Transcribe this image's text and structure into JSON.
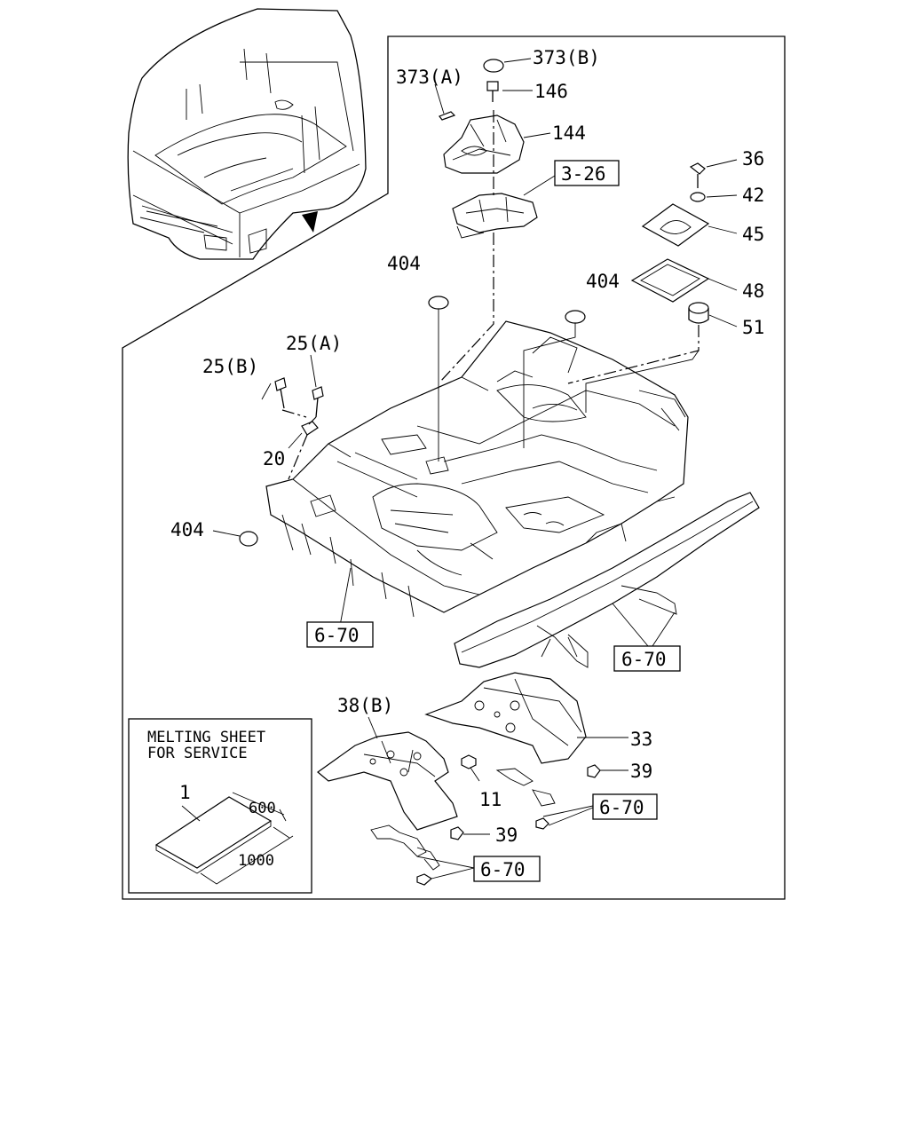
{
  "diagram": {
    "callouts": [
      {
        "id": "c-373b",
        "text": "373(B)"
      },
      {
        "id": "c-373a",
        "text": "373(A)"
      },
      {
        "id": "c-146",
        "text": "146"
      },
      {
        "id": "c-144",
        "text": "144"
      },
      {
        "id": "c-36",
        "text": "36"
      },
      {
        "id": "c-42",
        "text": "42"
      },
      {
        "id": "c-45",
        "text": "45"
      },
      {
        "id": "c-48",
        "text": "48"
      },
      {
        "id": "c-51",
        "text": "51"
      },
      {
        "id": "c-404a",
        "text": "404"
      },
      {
        "id": "c-404b",
        "text": "404"
      },
      {
        "id": "c-404c",
        "text": "404"
      },
      {
        "id": "c-25a",
        "text": "25(A)"
      },
      {
        "id": "c-25b",
        "text": "25(B)"
      },
      {
        "id": "c-20",
        "text": "20"
      },
      {
        "id": "c-38b",
        "text": "38(B)"
      },
      {
        "id": "c-33",
        "text": "33"
      },
      {
        "id": "c-39a",
        "text": "39"
      },
      {
        "id": "c-39b",
        "text": "39"
      },
      {
        "id": "c-11",
        "text": "11"
      }
    ],
    "references": [
      {
        "id": "r-3-26",
        "text": "3-26"
      },
      {
        "id": "r-6-70a",
        "text": "6-70"
      },
      {
        "id": "r-6-70b",
        "text": "6-70"
      },
      {
        "id": "r-6-70c",
        "text": "6-70"
      },
      {
        "id": "r-6-70d",
        "text": "6-70"
      }
    ],
    "inset": {
      "title_line1": "MELTING SHEET",
      "title_line2": "FOR SERVICE",
      "part_number": "1",
      "dim_width": "600",
      "dim_length": "1000"
    }
  }
}
